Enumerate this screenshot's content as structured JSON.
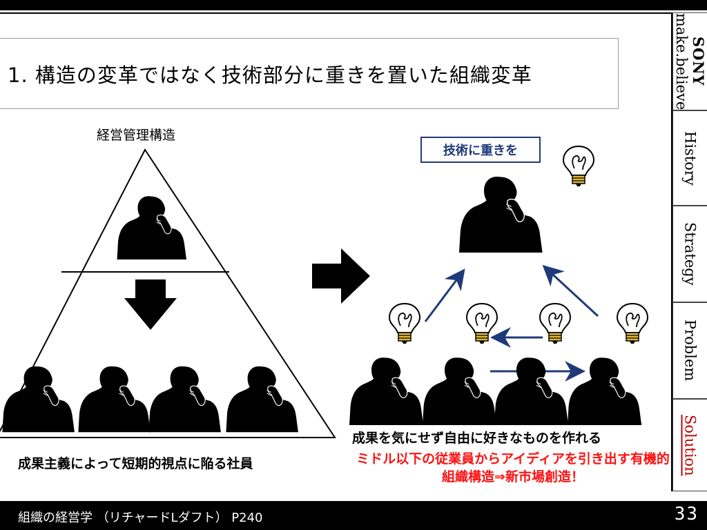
{
  "slide": {
    "title": "1. 構造の変革ではなく技術部分に重きを置いた組織変革",
    "left_heading": "経営管理構造",
    "right_heading": "技術に重きを",
    "left_caption": "成果主義によって短期的視点に陥る社員",
    "right_caption_line1": "成果を気にせず自由に好きなものを作れる",
    "right_caption_line2": "ミドル以下の従業員からアイディアを引き出す有機的組織構造⇒新市場創造！",
    "highlight_color": "#ff1010",
    "accent_color": "#1f3a7a"
  },
  "tabs": {
    "sony_logo": "SONY",
    "sony_tagline": "make.believe",
    "history": "History",
    "strategy": "Strategy",
    "problem": "Problem",
    "solution": "Solution"
  },
  "footer": {
    "source": "組織の経営学 （リチャードLダフト） P240",
    "page_number": "33"
  },
  "icons": [
    "thinking-person-icon",
    "lightbulb-icon",
    "down-arrow-icon",
    "right-arrow-icon"
  ]
}
